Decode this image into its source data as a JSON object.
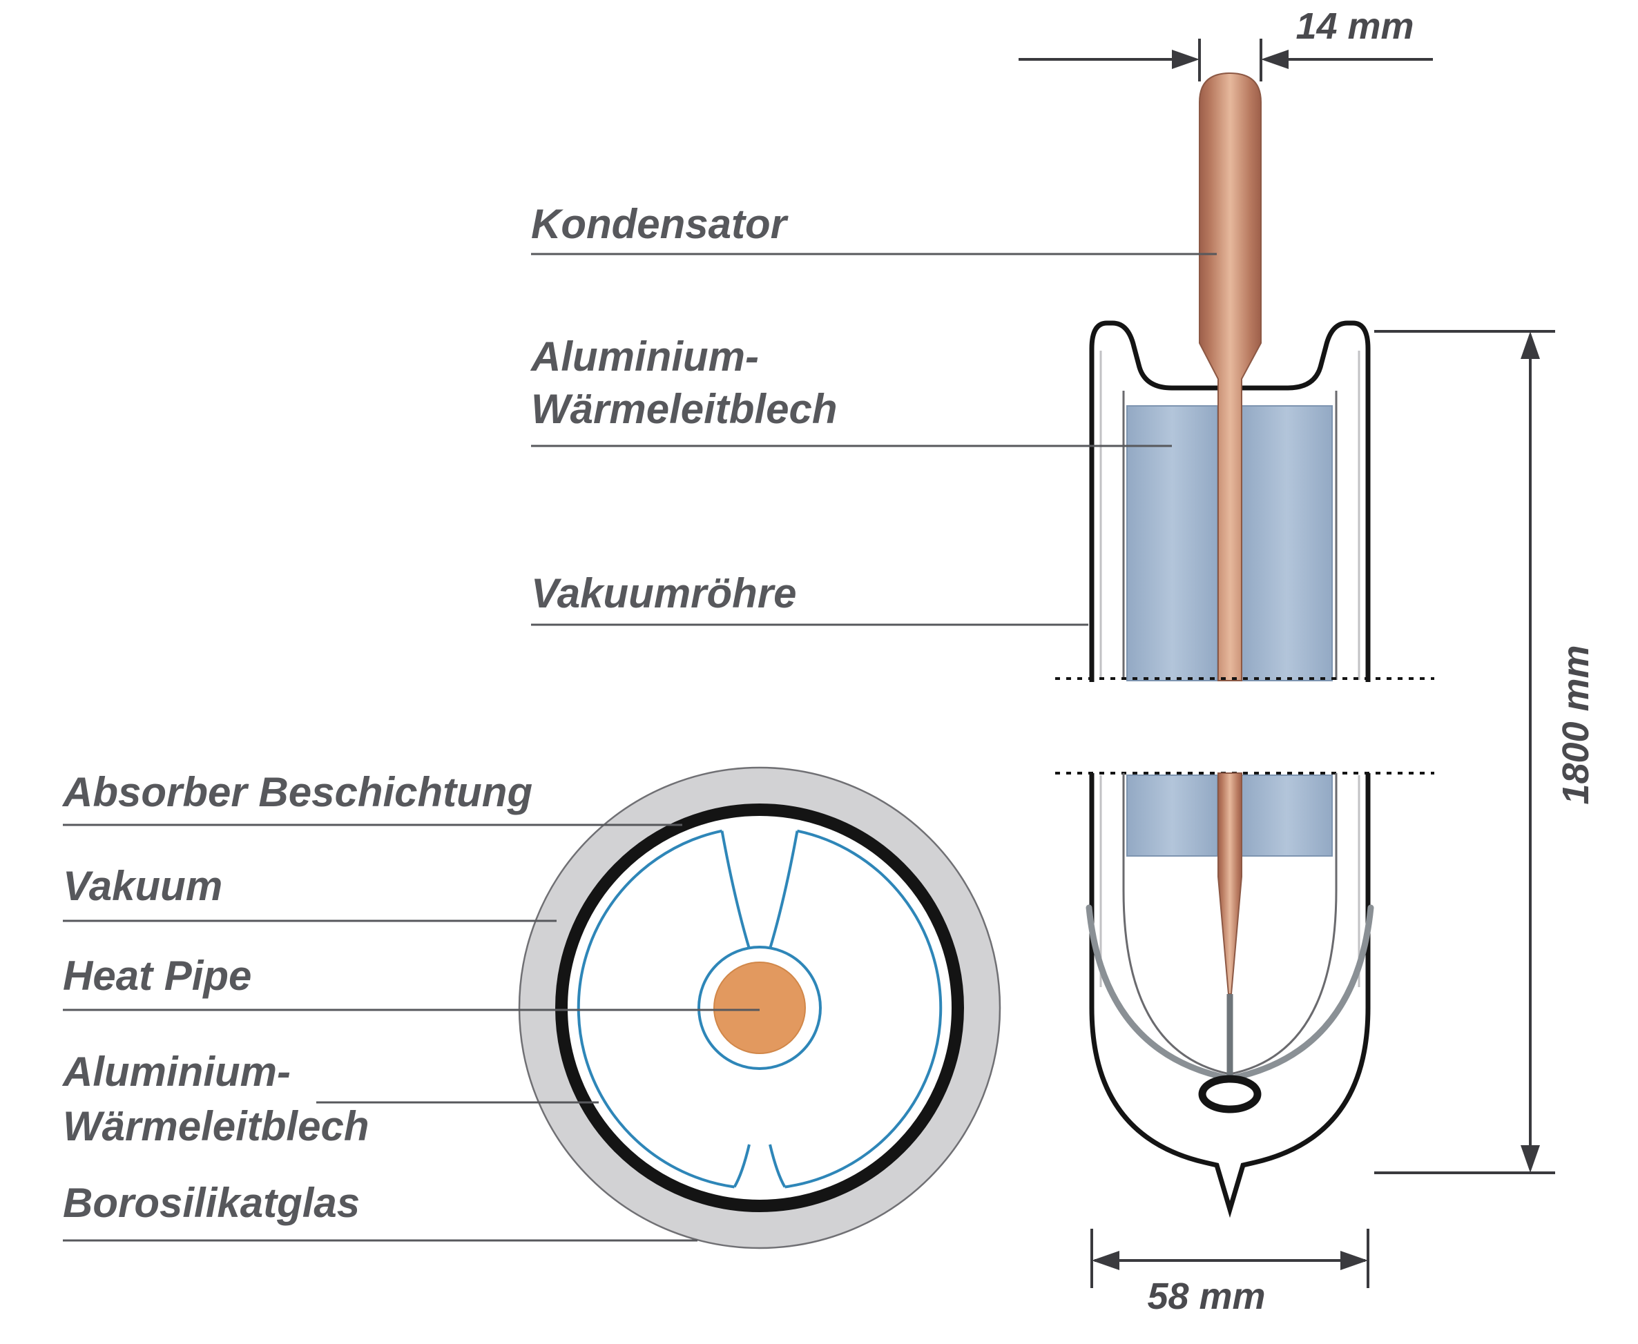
{
  "diagram": {
    "labels": {
      "kondensator": "Kondensator",
      "aluminium_top_1": "Aluminium-",
      "aluminium_top_2": "Wärmeleitblech",
      "vakuumroehre": "Vakuumröhre",
      "absorber_beschichtung": "Absorber Beschichtung",
      "vakuum": "Vakuum",
      "heat_pipe": "Heat Pipe",
      "aluminium_cross_1": "Aluminium-",
      "aluminium_cross_2": "Wärmeleitblech",
      "borosilikatglas": "Borosilikatglas"
    },
    "dimensions": {
      "condenser_diameter": "14 mm",
      "tube_length": "1800 mm",
      "tube_diameter": "58 mm"
    },
    "colors": {
      "label_text": "#57585c",
      "copper_dark": "#9d5f4a",
      "copper_light": "#e6b89c",
      "heat_pipe_orange": "#e2995f",
      "aluminium_fin_blue": "#a7bbd3",
      "sheet_outline_blue": "#2e86b8",
      "glass_gray": "#d2d2d4",
      "absorber_black": "#141414",
      "clip_gray": "#8a9095"
    }
  }
}
